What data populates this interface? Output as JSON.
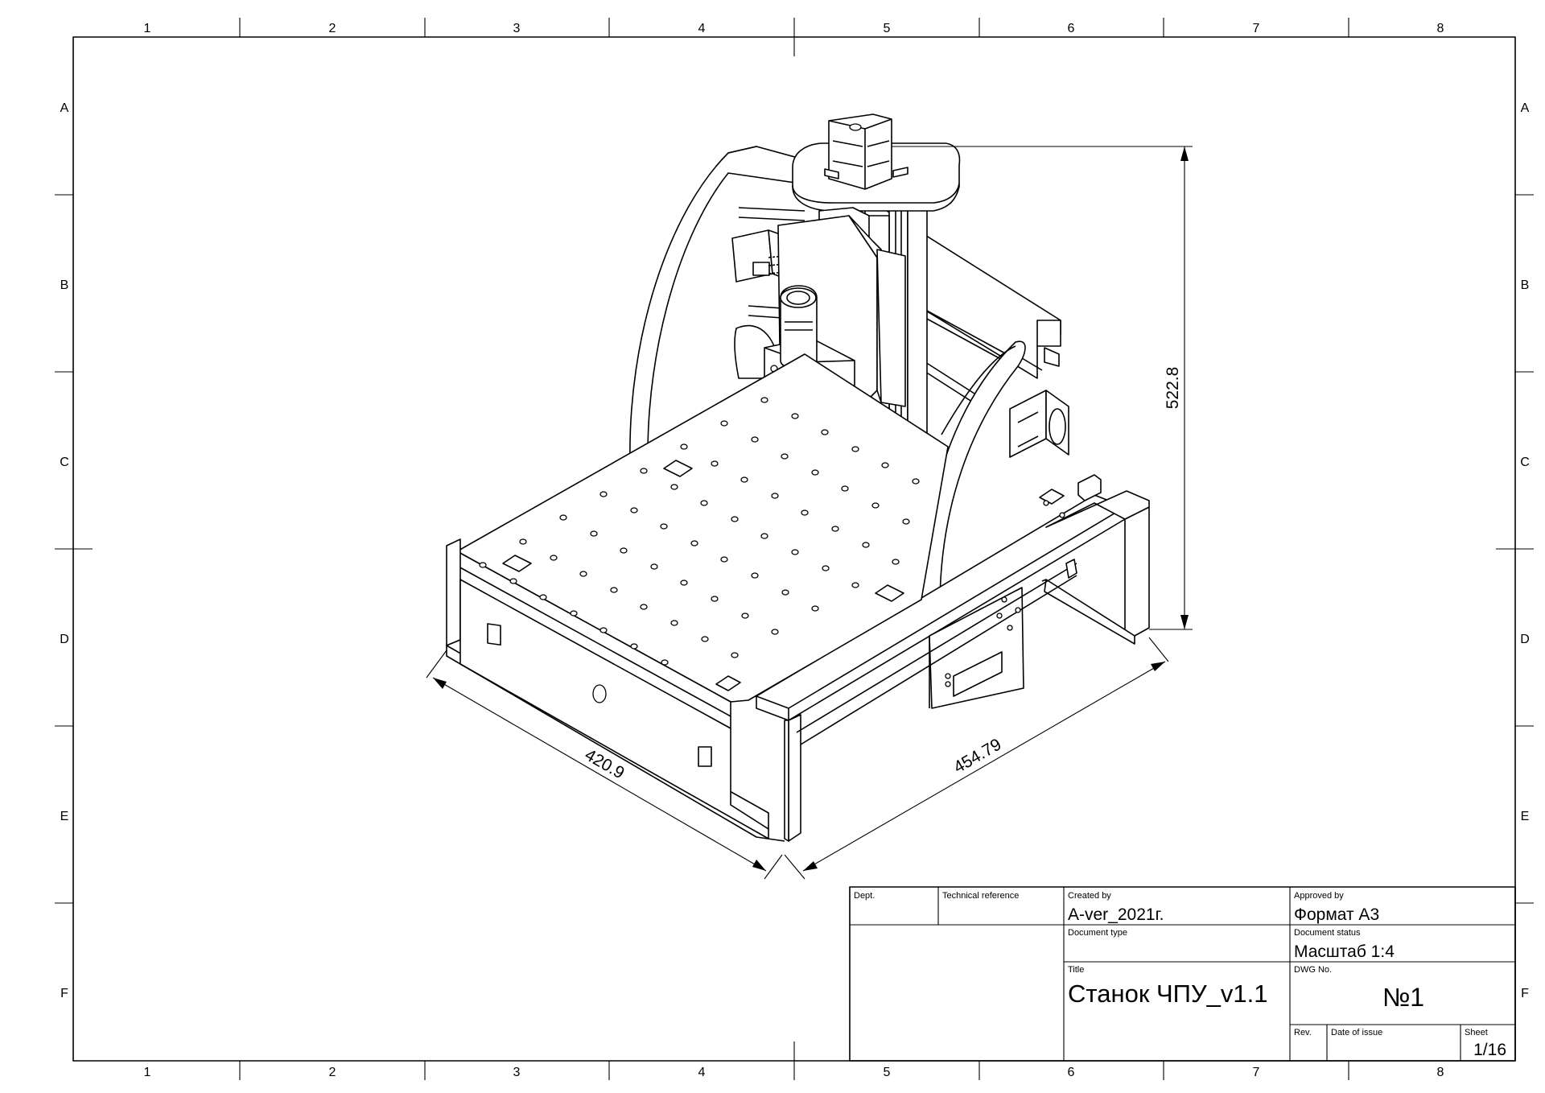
{
  "border": {
    "columns": [
      "1",
      "2",
      "3",
      "4",
      "5",
      "6",
      "7",
      "8"
    ],
    "rows": [
      "A",
      "B",
      "C",
      "D",
      "E",
      "F"
    ]
  },
  "dimensions": {
    "height": "522.8",
    "depth": "420.9",
    "width": "454.79"
  },
  "title_block": {
    "dept_label": "Dept.",
    "technical_reference_label": "Technical reference",
    "created_by_label": "Created by",
    "created_by_value": "A-ver_2021г.",
    "approved_by_label": "Approved by",
    "approved_by_value": "Формат А3",
    "document_type_label": "Document type",
    "document_status_label": "Document status",
    "document_status_value": "Масштаб 1:4",
    "title_label": "Title",
    "title_value": "Станок ЧПУ_v1.1",
    "dwg_no_label": "DWG No.",
    "dwg_no_value": "№1",
    "rev_label": "Rev.",
    "date_of_issue_label": "Date of issue",
    "sheet_label": "Sheet",
    "sheet_value": "1/16"
  }
}
